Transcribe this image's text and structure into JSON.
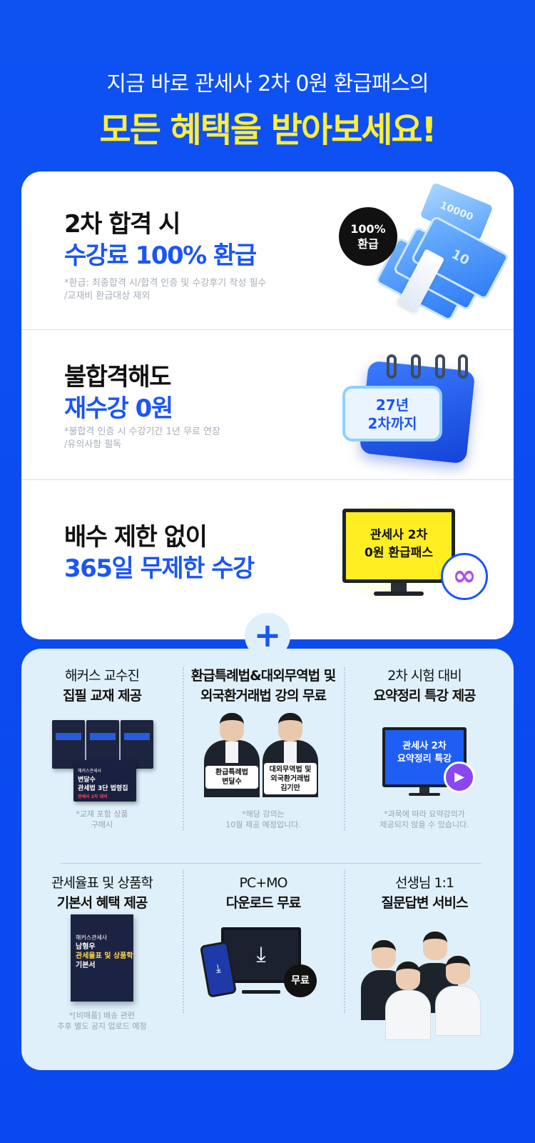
{
  "hero": {
    "subtitle": "지금 바로 관세사 2차 0원 환급패스의",
    "title": "모든 혜택을 받아보세요!"
  },
  "benefits": [
    {
      "line1": "2차 합격 시",
      "line2": "수강료 100% 환급",
      "note1": "*환급: 최종합격 시/합격 인증 및 수강후기 작성 필수",
      "note2": "/교재비 환급대상 제외",
      "badge_line1": "100%",
      "badge_line2": "환급",
      "bill_text": "10000",
      "bill_text_short": "10"
    },
    {
      "line1": "불합격해도",
      "line2": "재수강 0원",
      "note1": "*불합격 인증 시 수강기간 1년 무료 연장",
      "note2": "/유의사항 필독",
      "calendar_line1": "27년",
      "calendar_line2": "2차까지"
    },
    {
      "line1": "배수 제한 없이",
      "line2": "365일 무제한 수강",
      "screen_line1": "관세사 2차",
      "screen_line2": "0원 환급패스",
      "infinity_symbol": "∞"
    }
  ],
  "plus_symbol": "+",
  "extras": [
    {
      "title1": "해커스 교수진",
      "title2": "집필 교재 제공",
      "note1": "*교재 포함 상품",
      "note2": "구매시",
      "book_line1": "해커스관세사",
      "book_line2": "변달수",
      "book_line3": "관세법 3단 법령집",
      "book_line4": "관세사 2차 대비"
    },
    {
      "title1": "환급특례법&대외무역법 및",
      "title2": "외국환거래법 강의 무료",
      "note1": "*해당 강의는",
      "note2": "10월 제공 예정입니다.",
      "lecturer1_line1": "환급특례법",
      "lecturer1_line2": "변달수",
      "lecturer2_line1": "대외무역법 및",
      "lecturer2_line2": "외국환거래법",
      "lecturer2_line3": "김기만"
    },
    {
      "title1": "2차 시험 대비",
      "title2": "요약정리 특강 제공",
      "note1": "*과목에 따라 요약강의가",
      "note2": "제공되지 않을 수 있습니다.",
      "screen_line1": "관세사 2차",
      "screen_line2": "요약정리 특강"
    },
    {
      "title1": "관세율표 및 상품학",
      "title2": "기본서 혜택 제공",
      "note1": "*[비매품] 배송 관련",
      "note2": "추후 별도 공지 업로드 예정",
      "book_line1": "해커스관세사",
      "book_line2": "남형우",
      "book_line3": "관세율표 및 상품학",
      "book_line4": "기본서"
    },
    {
      "title1": "PC+MO",
      "title2": "다운로드 무료",
      "badge": "무료"
    },
    {
      "title1": "선생님 1:1",
      "title2": "질문답변 서비스"
    }
  ],
  "colors": {
    "background": "#0f52f2",
    "accent_yellow": "#ffee3a",
    "accent_blue": "#1a55f5",
    "panel_light": "#dff0fa"
  }
}
